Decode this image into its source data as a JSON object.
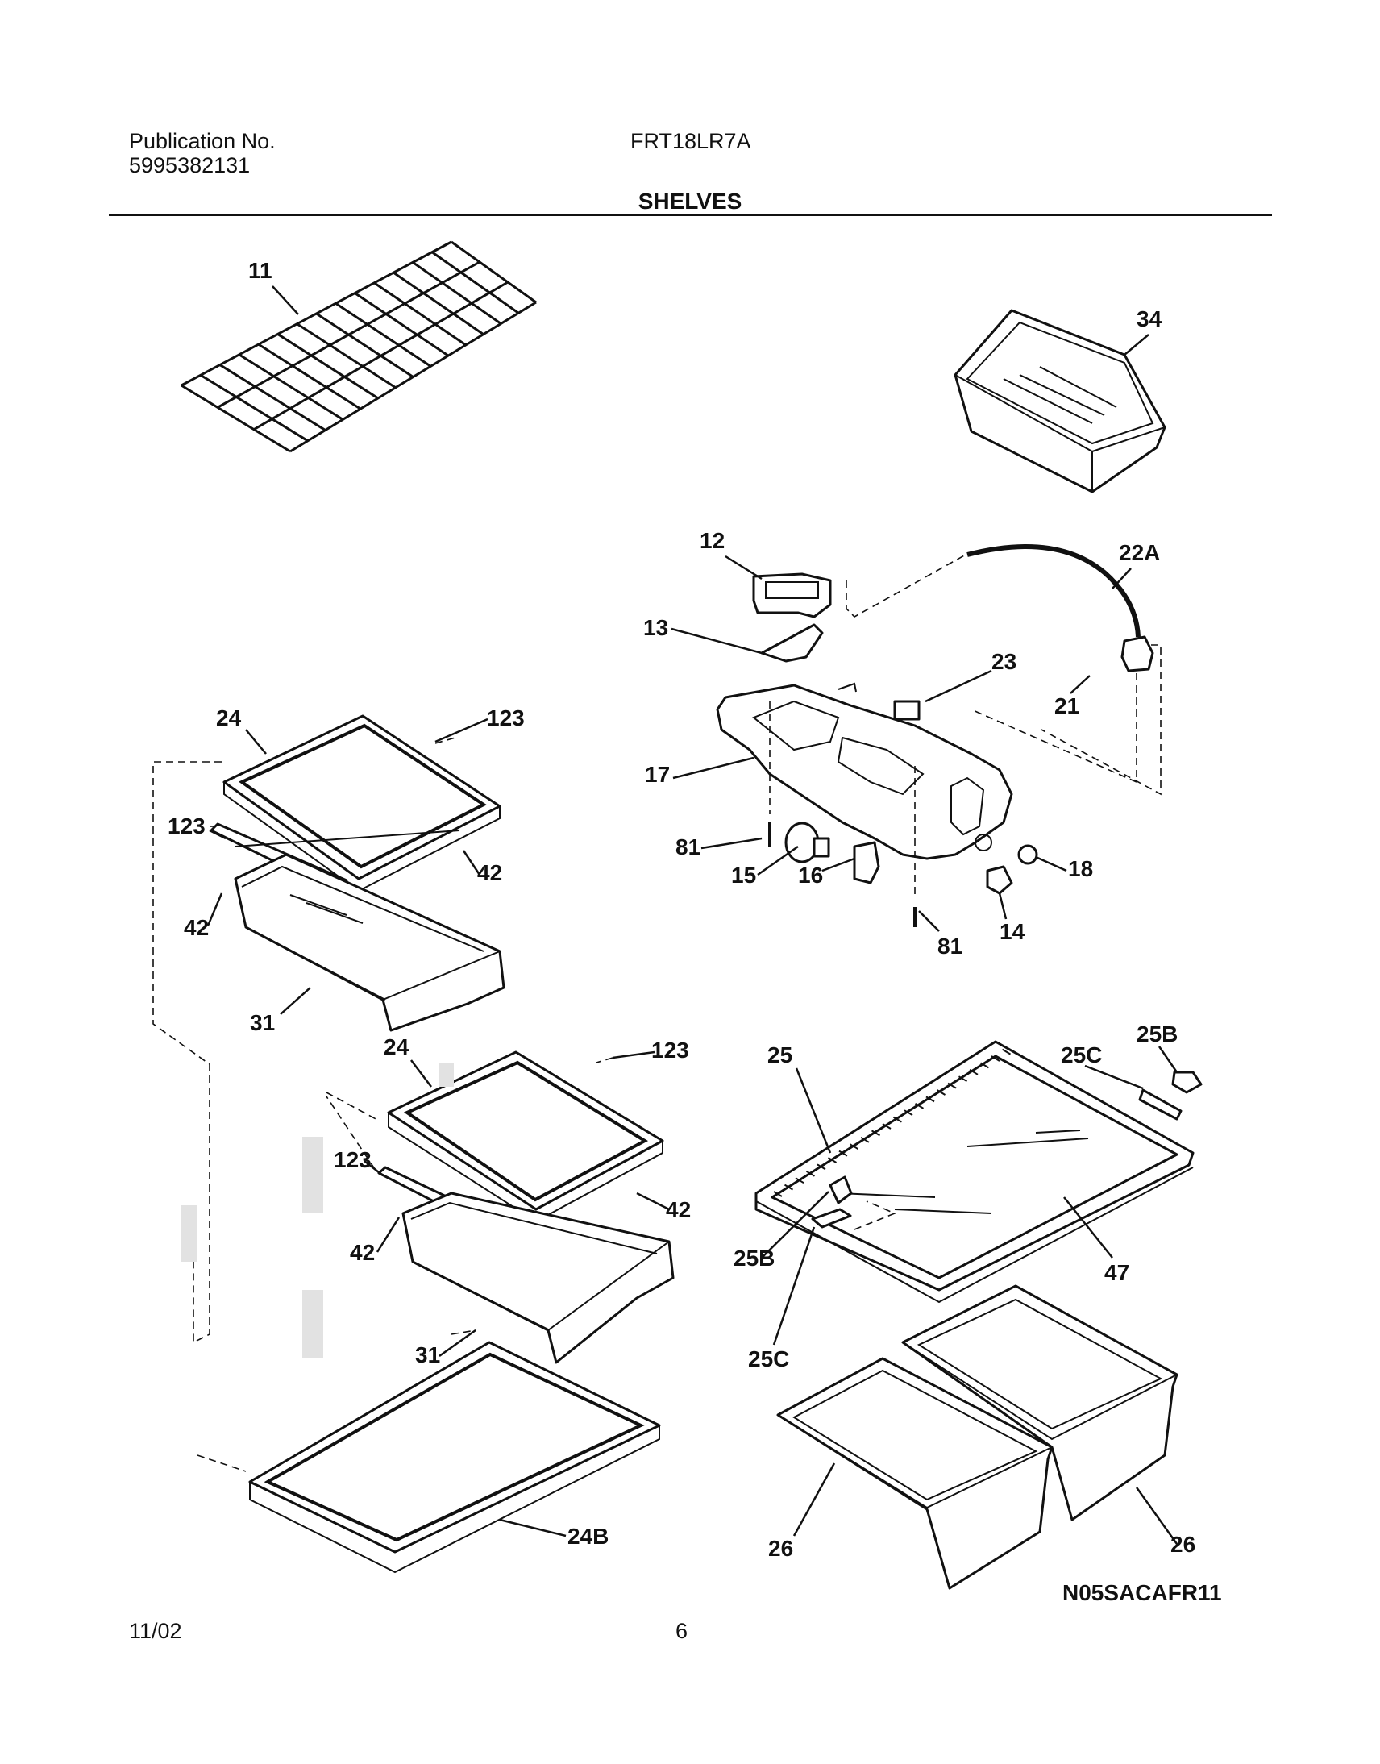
{
  "header": {
    "publication_label": "Publication No.",
    "publication_number": "5995382131",
    "model": "FRT18LR7A",
    "section_title": "SHELVES"
  },
  "callouts": [
    "11",
    "34",
    "12",
    "22A",
    "13",
    "23",
    "21",
    "17",
    "81",
    "15",
    "16",
    "81",
    "18",
    "14",
    "24",
    "123",
    "123",
    "42",
    "42",
    "31",
    "24",
    "123",
    "123",
    "42",
    "42",
    "31",
    "24B",
    "25",
    "25C",
    "25B",
    "47",
    "25B",
    "25C",
    "26",
    "26"
  ],
  "footer": {
    "date": "11/02",
    "page": "6",
    "drawing_code": "N05SACAFR11"
  }
}
